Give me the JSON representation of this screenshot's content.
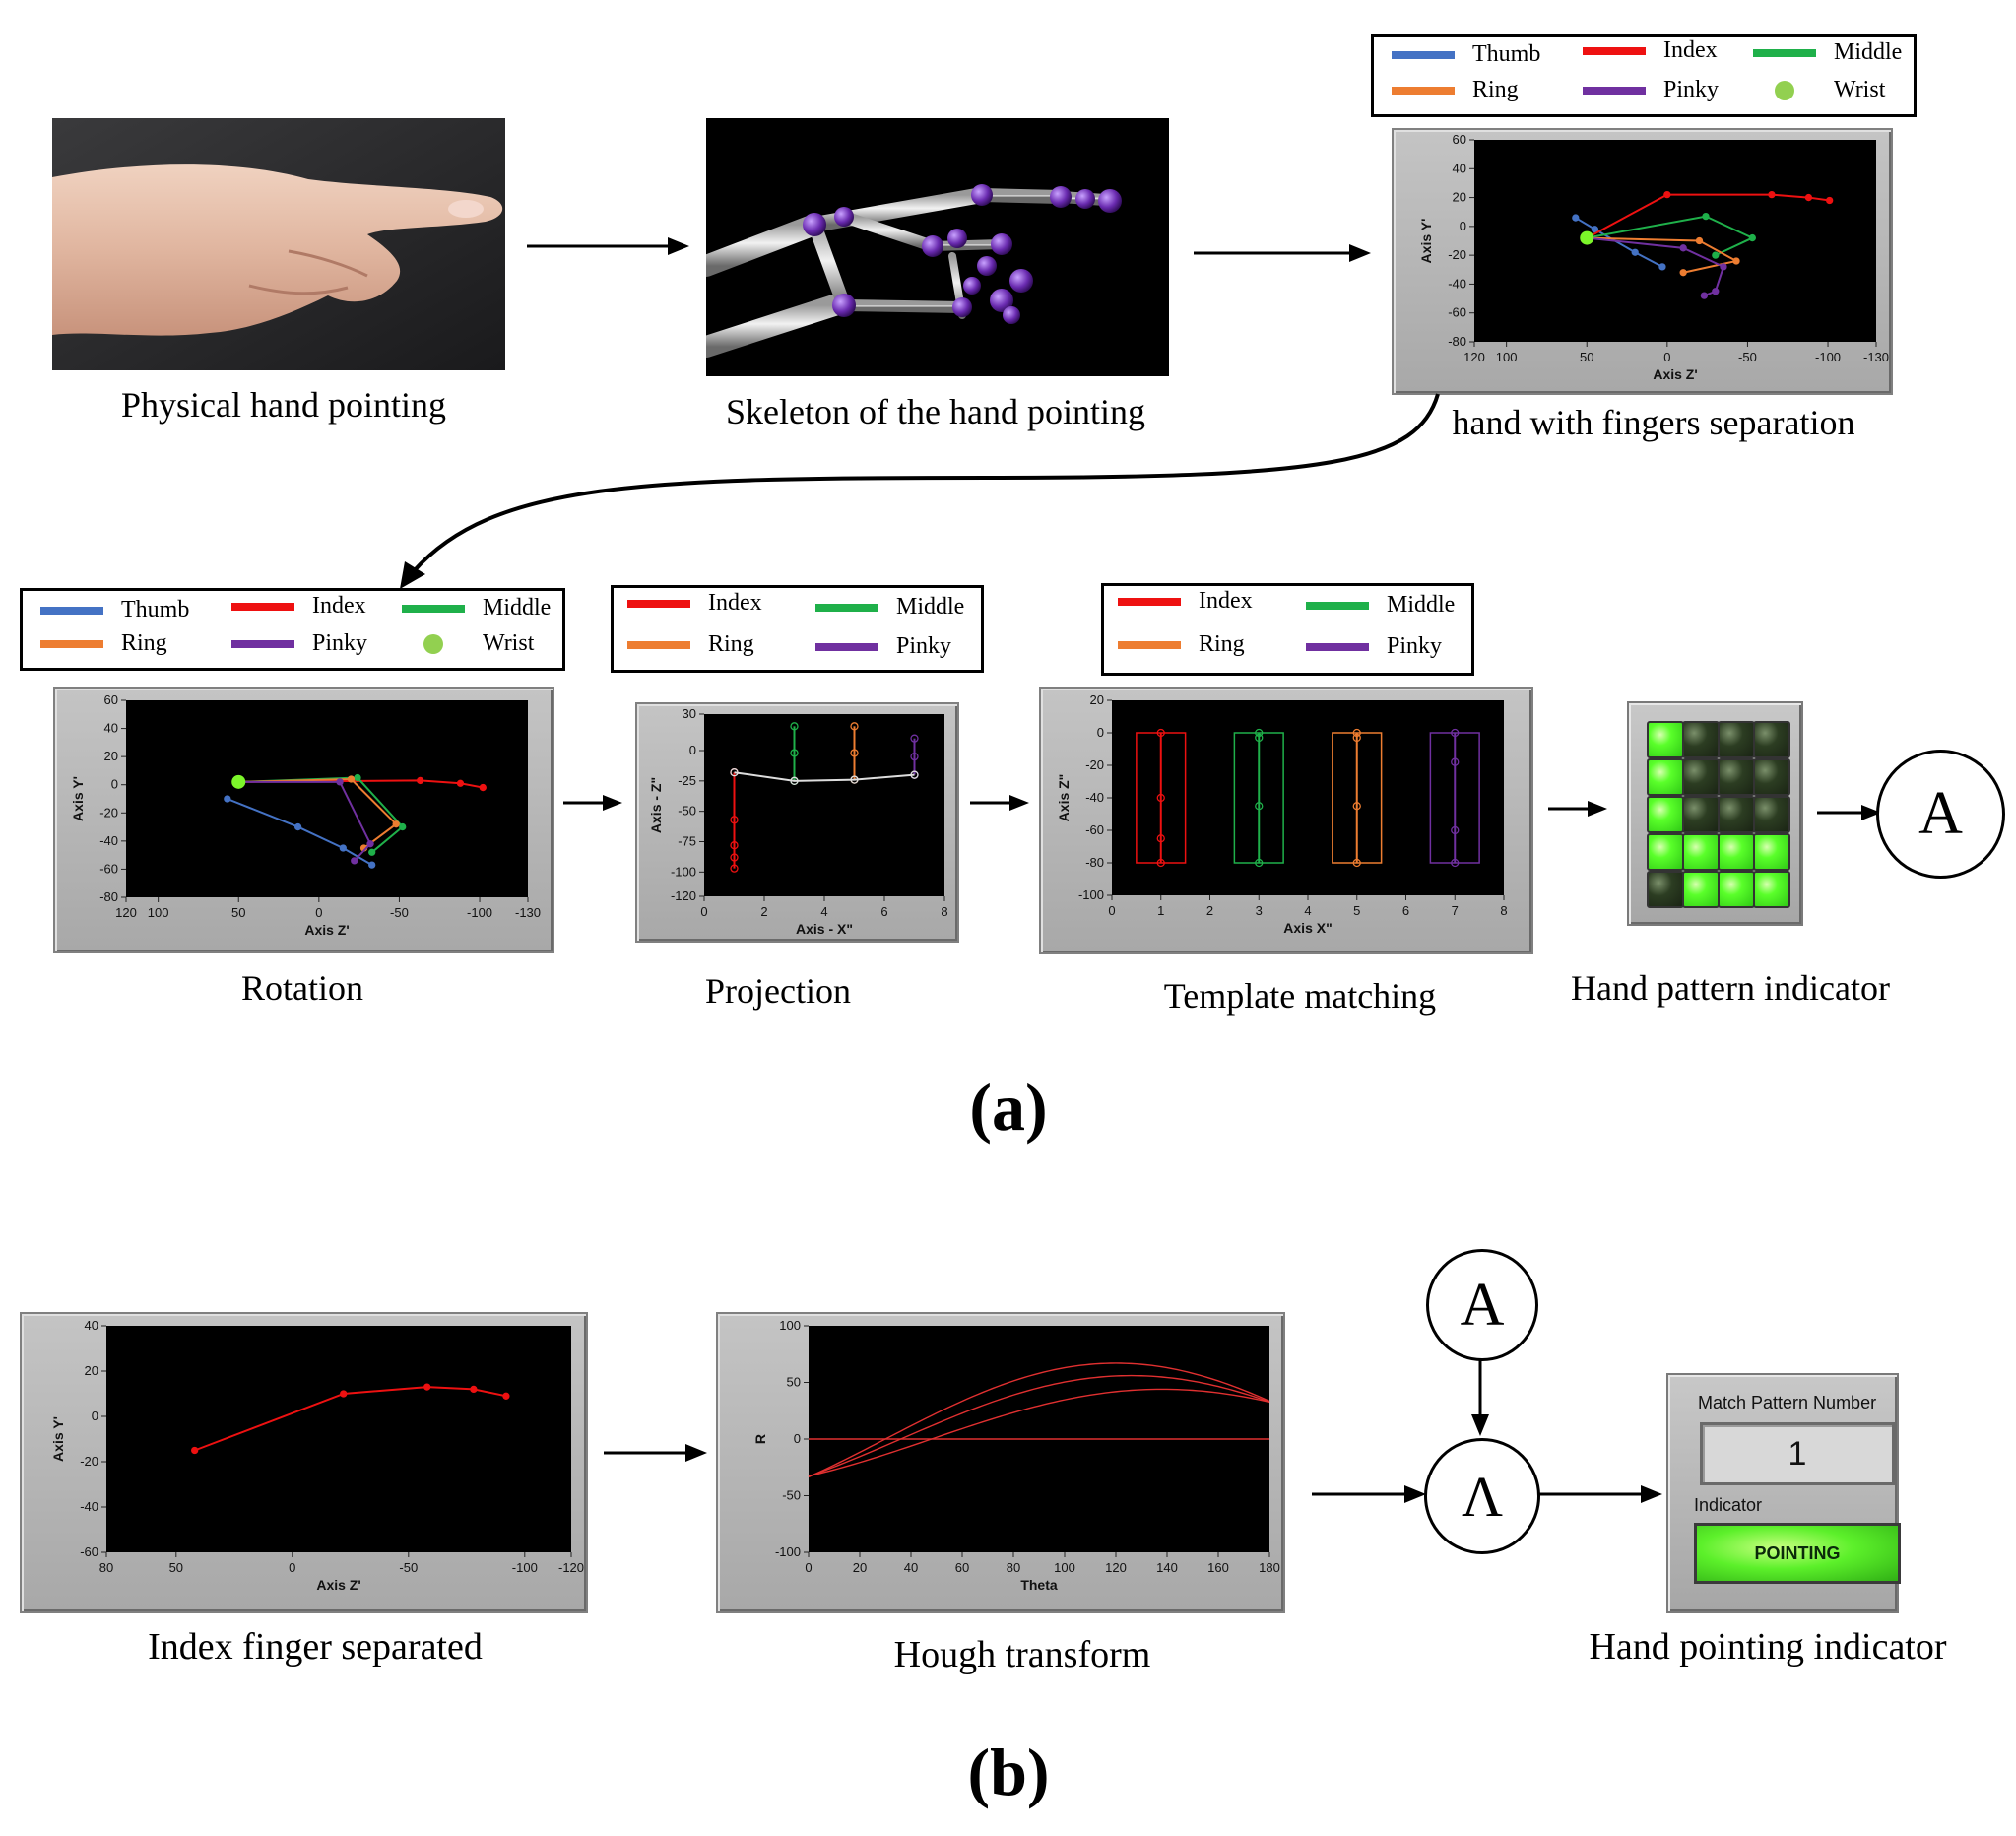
{
  "sublabels": {
    "a": "(a)",
    "b": "(b)"
  },
  "captions": {
    "physical": "Physical hand pointing",
    "skeleton": "Skeleton of the hand pointing",
    "separation": "hand with fingers separation",
    "rotation": "Rotation",
    "projection": "Projection",
    "template": "Template matching",
    "pattern_indicator": "Hand pattern indicator",
    "index_separated": "Index finger separated",
    "hough": "Hough transform",
    "pointing_indicator": "Hand pointing indicator"
  },
  "legends": {
    "six": [
      {
        "label": "Thumb",
        "color": "#4472c4",
        "kind": "line"
      },
      {
        "label": "Index",
        "color": "#ee1111",
        "kind": "line"
      },
      {
        "label": "Middle",
        "color": "#1fb04a",
        "kind": "line"
      },
      {
        "label": "Ring",
        "color": "#ed7d31",
        "kind": "line"
      },
      {
        "label": "Pinky",
        "color": "#7030a0",
        "kind": "line"
      },
      {
        "label": "Wrist",
        "color": "#92d050",
        "kind": "dot"
      }
    ],
    "four": [
      {
        "label": "Index",
        "color": "#ee1111"
      },
      {
        "label": "Middle",
        "color": "#1fb04a"
      },
      {
        "label": "Ring",
        "color": "#ed7d31"
      },
      {
        "label": "Pinky",
        "color": "#7030a0"
      }
    ]
  },
  "nodes": {
    "A1": "A",
    "A2": "A",
    "and": "Λ"
  },
  "pattern_leds": [
    [
      1,
      0,
      0,
      0
    ],
    [
      1,
      0,
      0,
      0
    ],
    [
      1,
      0,
      0,
      0
    ],
    [
      1,
      1,
      1,
      1
    ],
    [
      0,
      1,
      1,
      1
    ]
  ],
  "pointing_indicator": {
    "match_label": "Match Pattern Number",
    "match_value": "1",
    "indicator_label": "Indicator",
    "indicator_value": "POINTING"
  },
  "chart_data": [
    {
      "id": "separation",
      "type": "line",
      "xlabel": "Axis Z'",
      "ylabel": "Axis Y'",
      "xticks": [
        "120",
        "100",
        "50",
        "0",
        "-50",
        "-100",
        "-130"
      ],
      "yticks": [
        "60",
        "40",
        "20",
        "0",
        "-20",
        "-40",
        "-60",
        "-80"
      ],
      "xlim": [
        120,
        -130
      ],
      "ylim": [
        -80,
        60
      ],
      "series": [
        {
          "name": "Thumb",
          "color": "#4472c4",
          "x": [
            57,
            45,
            20,
            3
          ],
          "y": [
            6,
            -2,
            -18,
            -28
          ]
        },
        {
          "name": "Index",
          "color": "#ee1111",
          "x": [
            50,
            0,
            -65,
            -88,
            -101
          ],
          "y": [
            -8,
            22,
            22,
            20,
            18
          ]
        },
        {
          "name": "Middle",
          "color": "#1fb04a",
          "x": [
            50,
            -24,
            -53,
            -30
          ],
          "y": [
            -8,
            7,
            -8,
            -20
          ]
        },
        {
          "name": "Ring",
          "color": "#ed7d31",
          "x": [
            50,
            -20,
            -43,
            -10
          ],
          "y": [
            -8,
            -10,
            -24,
            -32
          ]
        },
        {
          "name": "Pinky",
          "color": "#7030a0",
          "x": [
            50,
            -10,
            -35,
            -30,
            -23
          ],
          "y": [
            -8,
            -15,
            -28,
            -45,
            -48
          ]
        }
      ],
      "wrist": {
        "x": 50,
        "y": -8
      }
    },
    {
      "id": "rotation",
      "type": "line",
      "xlabel": "Axis Z'",
      "ylabel": "Axis Y'",
      "xticks": [
        "120",
        "100",
        "50",
        "0",
        "-50",
        "-100",
        "-130"
      ],
      "yticks": [
        "60",
        "40",
        "20",
        "0",
        "-20",
        "-40",
        "-60",
        "-80"
      ],
      "xlim": [
        120,
        -130
      ],
      "ylim": [
        -80,
        60
      ],
      "series": [
        {
          "name": "Thumb",
          "color": "#4472c4",
          "x": [
            57,
            13,
            -15,
            -33
          ],
          "y": [
            -10,
            -30,
            -45,
            -57
          ]
        },
        {
          "name": "Index",
          "color": "#ee1111",
          "x": [
            50,
            -63,
            -88,
            -102
          ],
          "y": [
            2,
            3,
            1,
            -2
          ]
        },
        {
          "name": "Middle",
          "color": "#1fb04a",
          "x": [
            50,
            -24,
            -52,
            -33
          ],
          "y": [
            2,
            5,
            -30,
            -48
          ]
        },
        {
          "name": "Ring",
          "color": "#ed7d31",
          "x": [
            50,
            -20,
            -48,
            -28
          ],
          "y": [
            2,
            4,
            -28,
            -45
          ]
        },
        {
          "name": "Pinky",
          "color": "#7030a0",
          "x": [
            50,
            -13,
            -32,
            -22
          ],
          "y": [
            2,
            2,
            -42,
            -54
          ]
        }
      ],
      "wrist": {
        "x": 50,
        "y": 2
      }
    },
    {
      "id": "projection",
      "type": "line",
      "xlabel": "Axis - X\"",
      "ylabel": "Axis - Z\"",
      "xticks": [
        "0",
        "2",
        "4",
        "6",
        "8"
      ],
      "yticks": [
        "-120",
        "-100",
        "-75",
        "-50",
        "-25",
        "0",
        "30"
      ],
      "xlim": [
        0,
        8
      ],
      "ylim": [
        -120,
        30
      ],
      "series": [
        {
          "name": "Index",
          "color": "#ee1111",
          "x": [
            1,
            1,
            1,
            1,
            1
          ],
          "y": [
            -97,
            -88,
            -78,
            -57,
            -18
          ]
        },
        {
          "name": "Middle",
          "color": "#1fb04a",
          "x": [
            3,
            3,
            3
          ],
          "y": [
            -25,
            -2,
            20
          ]
        },
        {
          "name": "Ring",
          "color": "#ed7d31",
          "x": [
            5,
            5,
            5
          ],
          "y": [
            -24,
            -2,
            20
          ]
        },
        {
          "name": "Pinky",
          "color": "#7030a0",
          "x": [
            7,
            7,
            7
          ],
          "y": [
            -20,
            -5,
            10
          ]
        },
        {
          "name": "",
          "color": "#dddddd",
          "x": [
            1,
            3,
            5,
            7
          ],
          "y": [
            -18,
            -25,
            -24,
            -20
          ]
        }
      ]
    },
    {
      "id": "template",
      "type": "line",
      "xlabel": "Axis X\"",
      "ylabel": "Axis Z\"",
      "xticks": [
        "0",
        "1",
        "2",
        "3",
        "4",
        "5",
        "6",
        "7",
        "8"
      ],
      "yticks": [
        "20",
        "0",
        "-20",
        "-40",
        "-60",
        "-80",
        "-100"
      ],
      "xlim": [
        0,
        8
      ],
      "ylim": [
        -100,
        20
      ],
      "series": [
        {
          "name": "Index",
          "color": "#ee1111",
          "x": [
            1,
            1,
            1,
            1
          ],
          "y": [
            0,
            -40,
            -65,
            -80
          ]
        },
        {
          "name": "Middle",
          "color": "#1fb04a",
          "x": [
            3,
            3,
            3,
            3
          ],
          "y": [
            0,
            -3,
            -45,
            -80
          ]
        },
        {
          "name": "Ring",
          "color": "#ed7d31",
          "x": [
            5,
            5,
            5,
            5
          ],
          "y": [
            0,
            -3,
            -45,
            -80
          ]
        },
        {
          "name": "Pinky",
          "color": "#7030a0",
          "x": [
            7,
            7,
            7,
            7
          ],
          "y": [
            0,
            -18,
            -60,
            -80
          ]
        }
      ],
      "boxes": [
        {
          "color": "#ee1111",
          "x": [
            0.5,
            1.5
          ],
          "y": [
            0,
            -80
          ]
        },
        {
          "color": "#1fb04a",
          "x": [
            2.5,
            3.5
          ],
          "y": [
            0,
            -80
          ]
        },
        {
          "color": "#ed7d31",
          "x": [
            4.5,
            5.5
          ],
          "y": [
            0,
            -80
          ]
        },
        {
          "color": "#7030a0",
          "x": [
            6.5,
            7.5
          ],
          "y": [
            0,
            -80
          ]
        }
      ]
    },
    {
      "id": "index",
      "type": "line",
      "xlabel": "Axis Z'",
      "ylabel": "Axis Y'",
      "xticks": [
        "80",
        "50",
        "0",
        "-50",
        "-100",
        "-120"
      ],
      "yticks": [
        "40",
        "20",
        "0",
        "-20",
        "-40",
        "-60"
      ],
      "xlim": [
        80,
        -120
      ],
      "ylim": [
        -60,
        40
      ],
      "series": [
        {
          "name": "Index",
          "color": "#ee1111",
          "x": [
            42,
            -22,
            -58,
            -78,
            -92
          ],
          "y": [
            -15,
            10,
            13,
            12,
            9
          ]
        }
      ]
    },
    {
      "id": "hough",
      "type": "line",
      "xlabel": "Theta",
      "ylabel": "R",
      "xticks": [
        "0",
        "20",
        "40",
        "60",
        "80",
        "100",
        "120",
        "140",
        "160",
        "180"
      ],
      "yticks": [
        "100",
        "50",
        "0",
        "-50",
        "-100"
      ],
      "xlim": [
        0,
        180
      ],
      "ylim": [
        -100,
        100
      ],
      "curves": [
        {
          "a": 67,
          "phi": -30
        },
        {
          "a": 56,
          "phi": -36
        },
        {
          "a": 44,
          "phi": -48
        }
      ],
      "hline": 0,
      "color": "#e03030"
    }
  ]
}
